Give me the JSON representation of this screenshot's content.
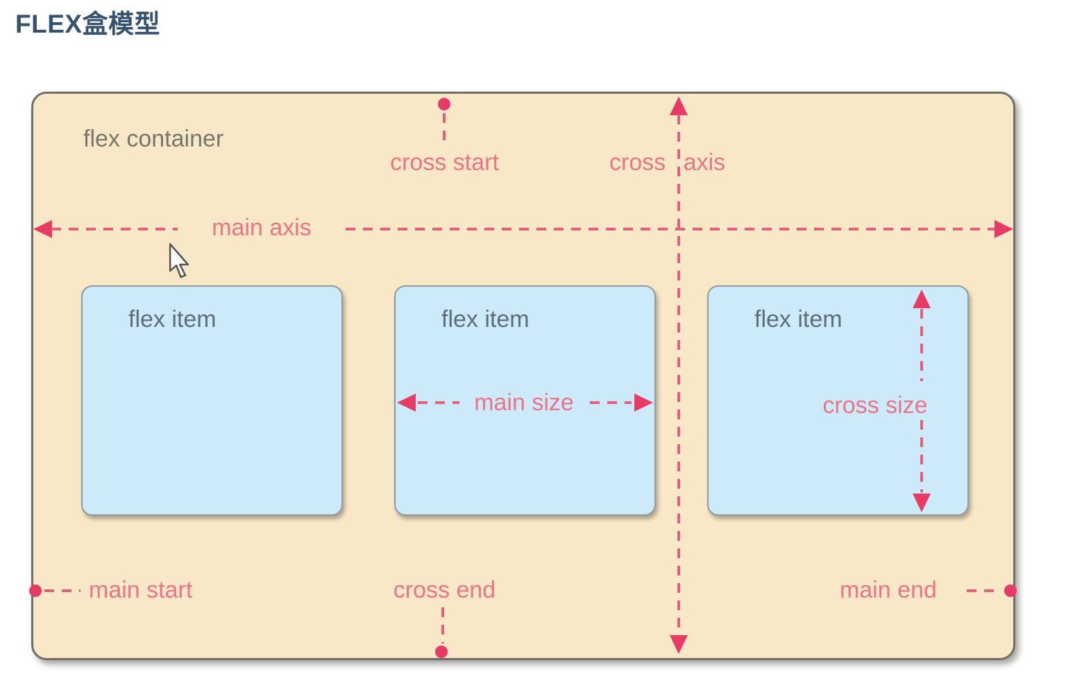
{
  "page": {
    "title": "FLEX盒模型"
  },
  "diagram": {
    "container_label": "flex container",
    "item_labels": [
      "flex item",
      "flex item",
      "flex item"
    ],
    "axis_labels": {
      "main_axis": "main axis",
      "cross_axis": "cross axis",
      "cross_start": "cross start",
      "cross_end": "cross end",
      "main_start": "main start",
      "main_end": "main end",
      "main_size": "main size",
      "cross_size": "cross size"
    }
  },
  "colors": {
    "title_text": "#35536e",
    "container_bg": "#f9e8c7",
    "container_text": "#76766e",
    "item_bg": "#cdeafb",
    "item_text": "#5e6d7a",
    "accent_solid": "#e73b66",
    "accent_dash": "#e4607a",
    "accent_label": "#ec7488"
  }
}
